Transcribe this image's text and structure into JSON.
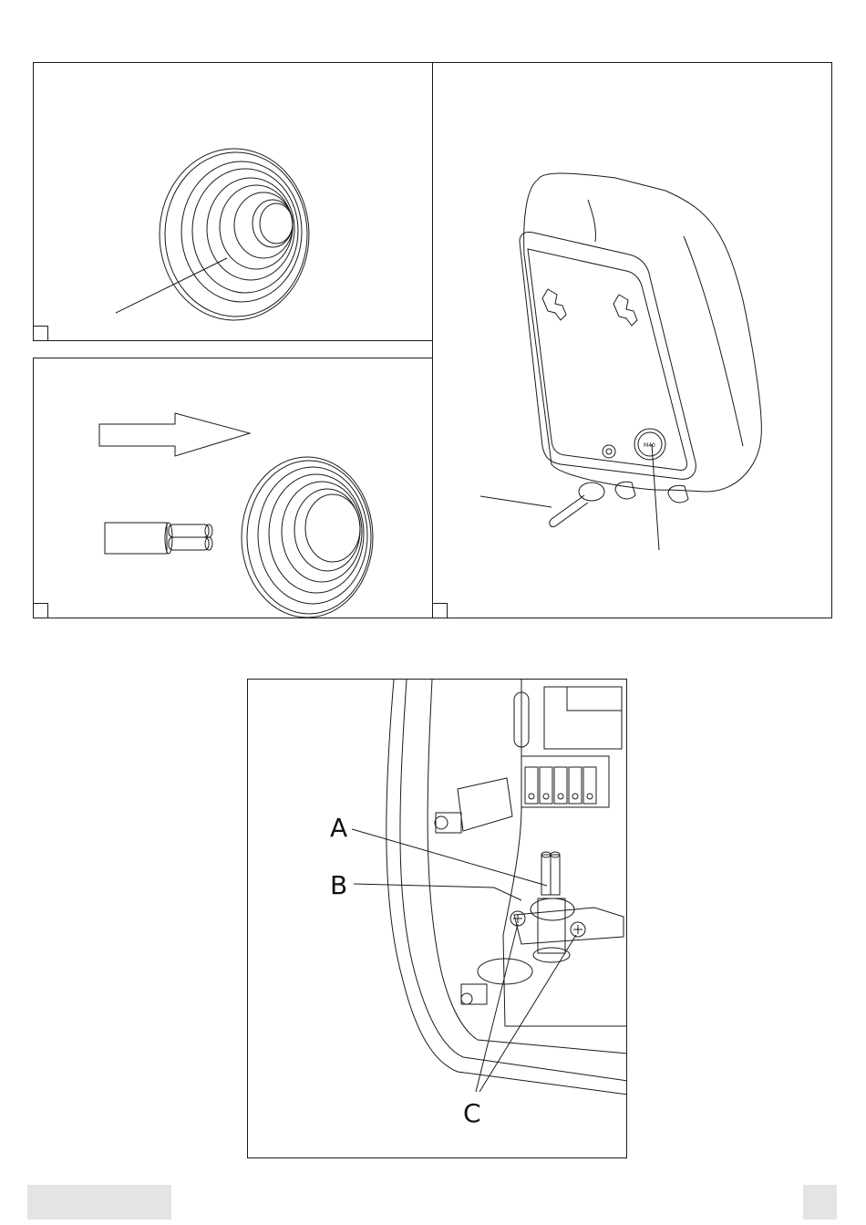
{
  "figure_labels": {
    "label_a": "A",
    "label_b": "B",
    "label_c": "C",
    "port_marking": "M40"
  },
  "colors": {
    "line": "#1a1a1a",
    "footer_tab": "#e4e4e4"
  }
}
